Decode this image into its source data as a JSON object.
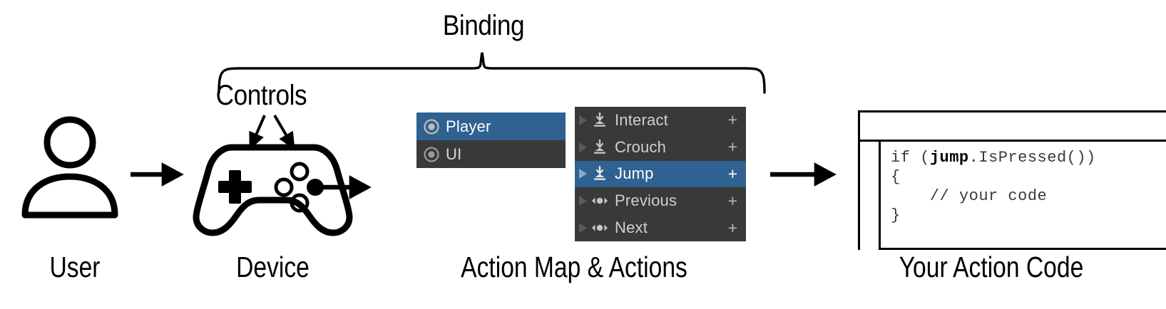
{
  "diagram": {
    "title_annotations": {
      "binding": "Binding",
      "controls": "Controls"
    },
    "captions": [
      {
        "id": "user",
        "label": "User"
      },
      {
        "id": "device",
        "label": "Device"
      },
      {
        "id": "action-map",
        "label": "Action Map & Actions"
      },
      {
        "id": "action-code",
        "label": "Your Action Code"
      }
    ],
    "colors": {
      "selection_blue": "#2F6191",
      "panel_dark": "#393939",
      "text_light": "#cfcfcf",
      "text_white": "#ffffff",
      "stroke_black": "#000000"
    },
    "user_icon": {
      "name": "user-person-icon"
    },
    "device_icon": {
      "name": "gamepad-controller-icon",
      "dpad": "dpad-icon",
      "face_buttons": [
        "face-button-top",
        "face-button-left",
        "face-button-bottom",
        "face-button-right-filled"
      ]
    },
    "action_map_panel": {
      "name": "action-map-list",
      "rows": [
        {
          "label": "Player",
          "icon": "action-map-icon",
          "selected": true
        },
        {
          "label": "UI",
          "icon": "action-map-icon",
          "selected": false
        }
      ]
    },
    "action_list_panel": {
      "name": "actions-list",
      "add_binding_label": "+",
      "rows": [
        {
          "label": "Interact",
          "icon": "button-action-icon",
          "selected": false,
          "plus": "+"
        },
        {
          "label": "Crouch",
          "icon": "button-action-icon",
          "selected": false,
          "plus": "+"
        },
        {
          "label": "Jump",
          "icon": "button-action-icon",
          "selected": true,
          "plus": "+"
        },
        {
          "label": "Previous",
          "icon": "axis-action-icon",
          "selected": false,
          "plus": "+"
        },
        {
          "label": "Next",
          "icon": "axis-action-icon",
          "selected": false,
          "plus": "+"
        }
      ]
    },
    "code_window": {
      "name": "code-editor-window",
      "titlebar_text": "",
      "lines": [
        {
          "plain_before": "if (",
          "bold": "jump",
          "plain_after": ".IsPressed())"
        },
        {
          "plain_before": "{",
          "bold": "",
          "plain_after": ""
        },
        {
          "plain_before": "    // your code",
          "bold": "",
          "plain_after": ""
        },
        {
          "plain_before": "}",
          "bold": "",
          "plain_after": ""
        }
      ]
    },
    "flow_arrows": [
      {
        "name": "arrow-user-to-device"
      },
      {
        "name": "arrow-device-to-actions"
      },
      {
        "name": "arrow-actions-to-code"
      }
    ]
  }
}
